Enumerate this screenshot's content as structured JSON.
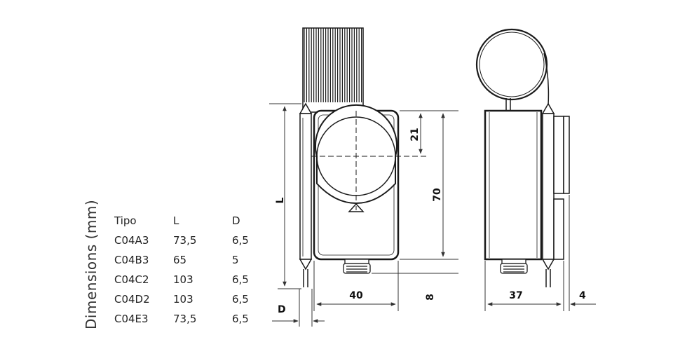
{
  "side_title": "Dimensions (mm)",
  "table": {
    "headers": [
      "Tipo",
      "L",
      "D"
    ],
    "rows": [
      [
        "C04A3",
        "73,5",
        "6,5"
      ],
      [
        "C04B3",
        "65",
        "5"
      ],
      [
        "C04C2",
        "103",
        "6,5"
      ],
      [
        "C04D2",
        "103",
        "6,5"
      ],
      [
        "C04E3",
        "73,5",
        "6,5"
      ]
    ]
  },
  "dimensions": {
    "L": "L",
    "D": "D",
    "h21": "21",
    "h70": "70",
    "w40": "40",
    "h8": "8",
    "w37": "37",
    "w4": "4"
  },
  "colors": {
    "line": "#1a1a1a",
    "fill": "#ffffff",
    "dim": "#333333"
  }
}
